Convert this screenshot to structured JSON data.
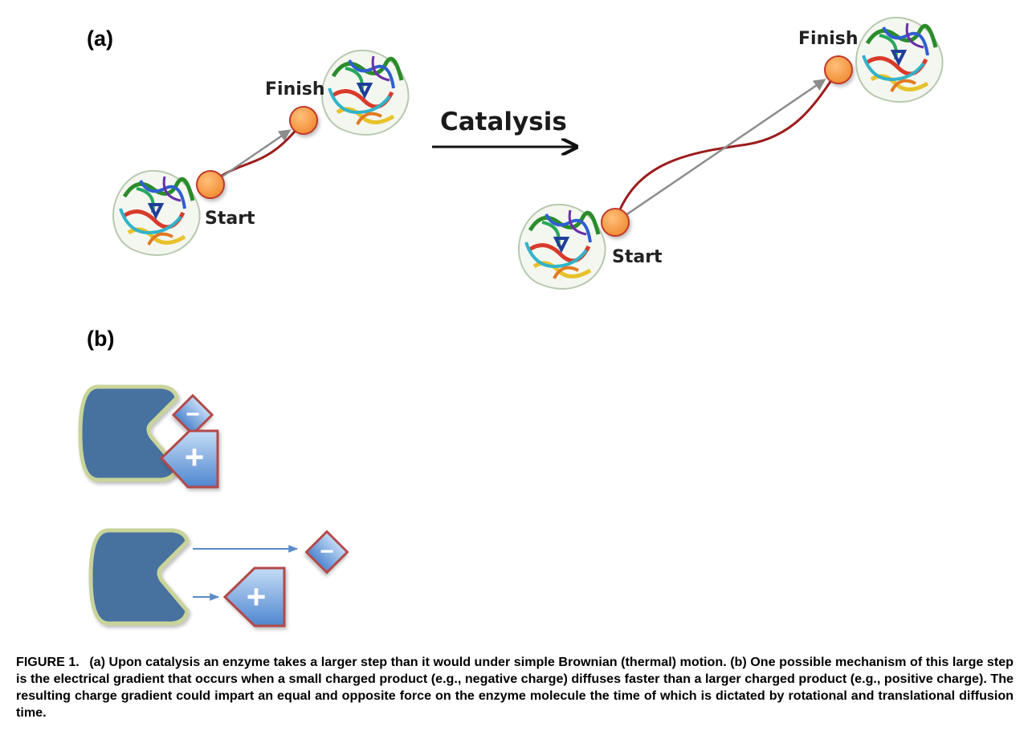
{
  "panel_a": {
    "label": "(a)",
    "before": {
      "finish_label": "Finish",
      "start_label": "Start"
    },
    "arrow_label": "Catalysis",
    "after": {
      "finish_label": "Finish",
      "start_label": "Start"
    }
  },
  "panel_b": {
    "label": "(b)",
    "negative_symbol": "−",
    "positive_symbol": "+"
  },
  "caption": {
    "tag": "FIGURE 1.",
    "text": "(a) Upon catalysis an enzyme takes a larger step than it would under simple Brownian (thermal) motion. (b) One possible mechanism of this large step is the electrical gradient that occurs when a small charged product (e.g., negative charge) diffuses faster than a larger charged product (e.g., positive charge). The resulting charge gradient could impart an equal and opposite force on the enzyme molecule the time of which is dictated by rotational and translational diffusion time."
  },
  "colors": {
    "enzyme_body": "#46719f",
    "enzyme_outline": "#c9d49a",
    "particle_fill": "#f7a14f",
    "particle_stroke": "#c0392b",
    "path_red": "#9b1c1c",
    "straight_arrow": "#8c8c8c",
    "charge_fill": "#6fa1dc",
    "charge_stroke": "#b24a4a"
  }
}
